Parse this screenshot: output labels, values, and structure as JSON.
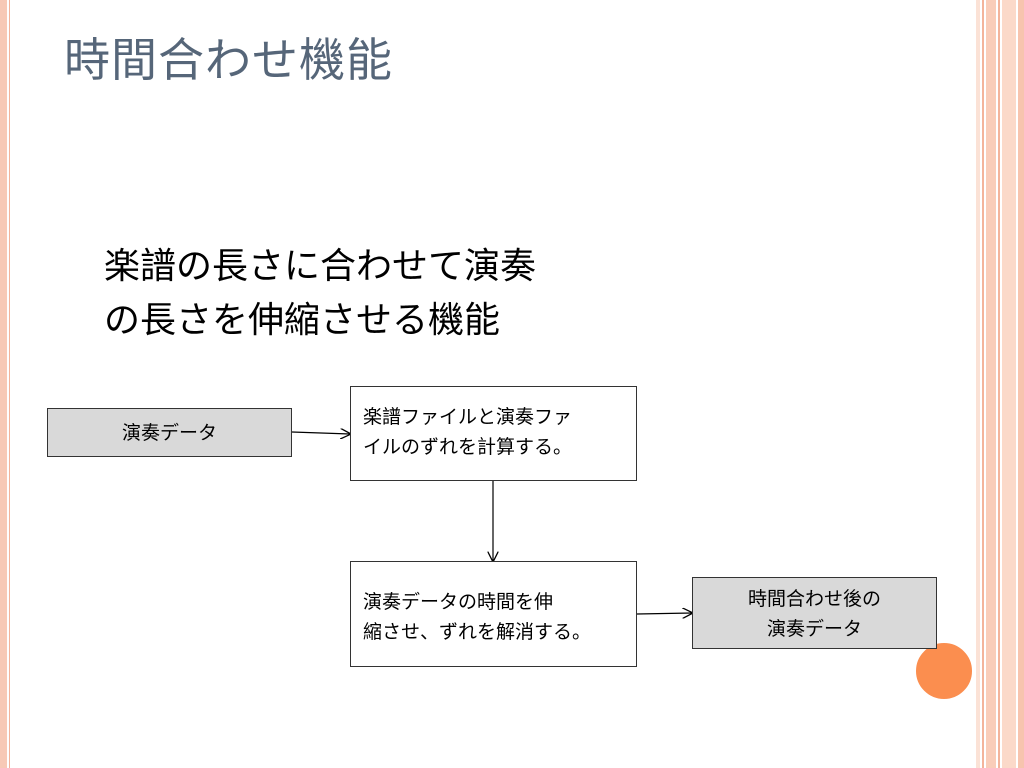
{
  "slide": {
    "title": "時間合わせ機能",
    "description_lines": [
      "楽譜の長さに合わせて演奏",
      "の長さを伸縮させる機能"
    ]
  },
  "flowchart": {
    "input": {
      "label": "演奏データ"
    },
    "calc": {
      "lines": [
        "楽譜ファイルと演奏ファ",
        "イルのずれを計算する。"
      ]
    },
    "stretch": {
      "lines": [
        "演奏データの時間を伸",
        "縮させ、ずれを解消する。"
      ]
    },
    "output": {
      "lines": [
        "時間合わせ後の",
        "演奏データ"
      ]
    }
  },
  "colors": {
    "title": "#566679",
    "box_fill_gray": "#d9d9d9",
    "accent_circle": "#fb8e4f",
    "border_peach": "#f7c9b6"
  }
}
